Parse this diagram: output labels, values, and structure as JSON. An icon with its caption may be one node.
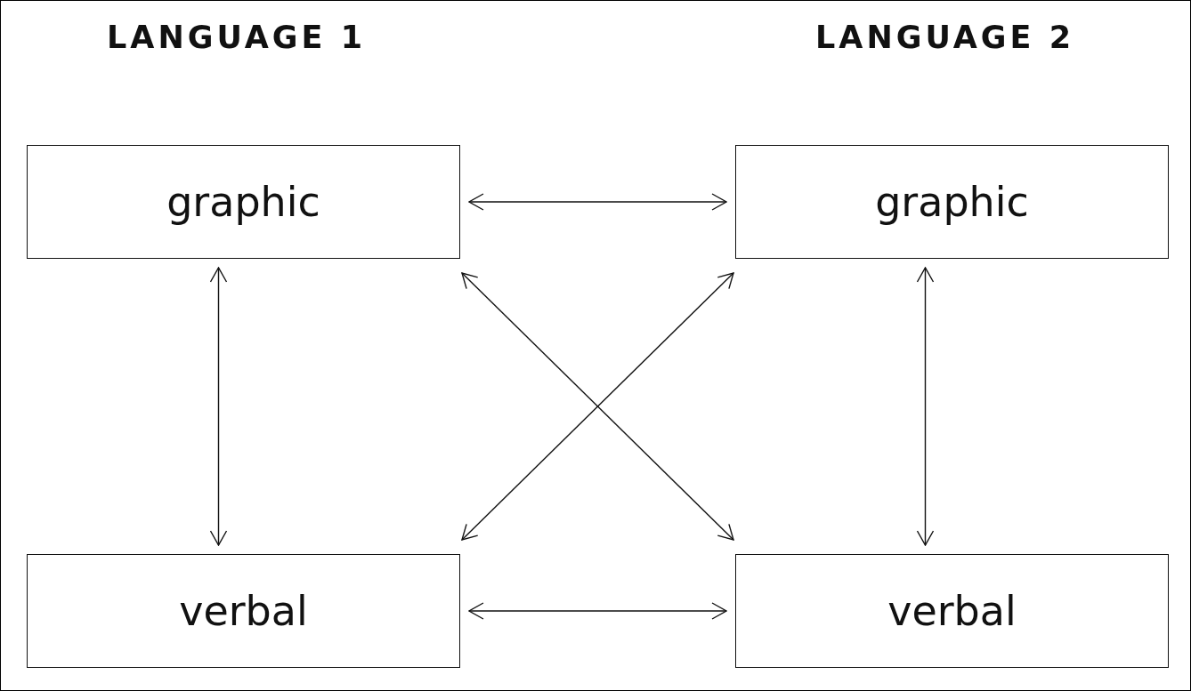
{
  "diagram": {
    "nodes": [
      {
        "text": [
          "graphic"
        ]
      },
      {
        "text": [
          "graphic"
        ]
      },
      {
        "text": [
          "verbal"
        ]
      },
      {
        "text": [
          "verbal"
        ]
      }
    ],
    "edges": [
      {
        "from": 0,
        "to": 1,
        "arrow": "both"
      },
      {
        "from": 0,
        "to": 2,
        "arrow": "both"
      },
      {
        "from": 0,
        "to": 3,
        "arrow": "both"
      },
      {
        "from": 2,
        "to": 1,
        "arrow": "both"
      },
      {
        "from": 1,
        "to": 3,
        "arrow": "both"
      },
      {
        "from": 2,
        "to": 3,
        "arrow": "both"
      }
    ],
    "labels": [
      "LANGUAGE 1",
      "LANGUAGE 2"
    ]
  }
}
